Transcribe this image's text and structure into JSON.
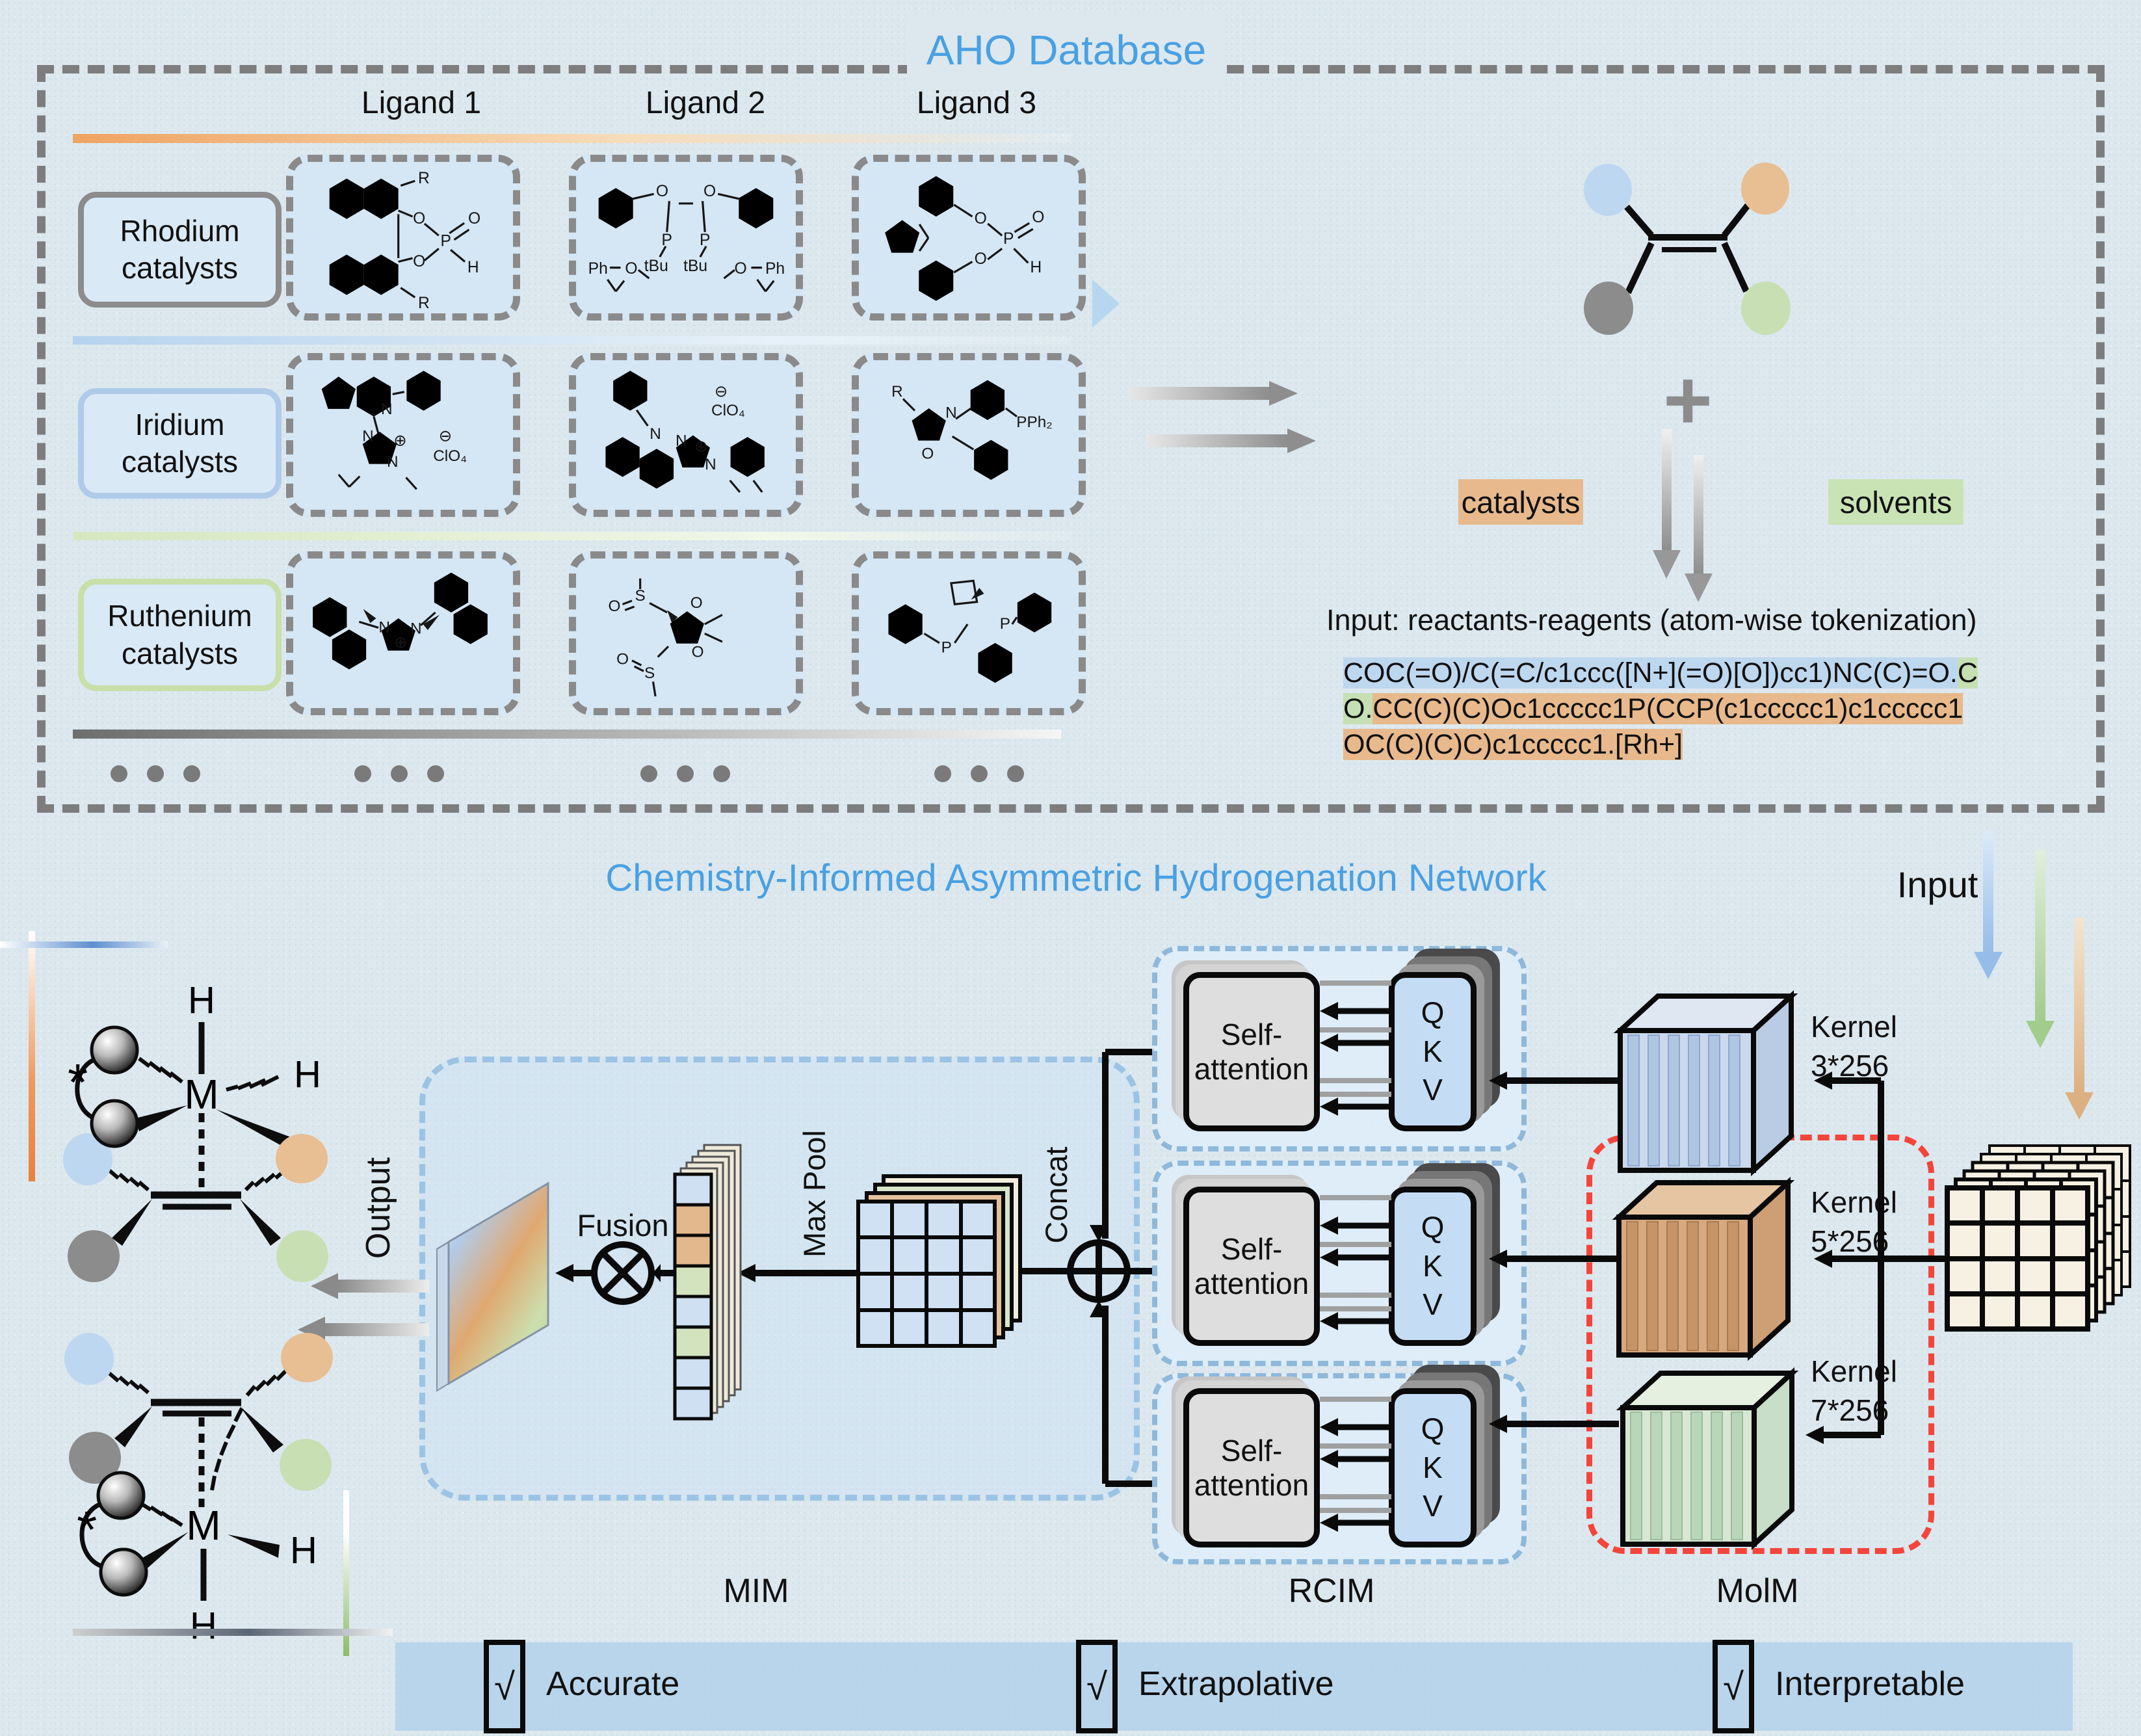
{
  "aho": {
    "title": "AHO Database",
    "ligands": [
      "Ligand 1",
      "Ligand 2",
      "Ligand 3"
    ],
    "rows": [
      {
        "label_line1": "Rhodium",
        "label_line2": "catalysts"
      },
      {
        "label_line1": "Iridium",
        "label_line2": "catalysts"
      },
      {
        "label_line1": "Ruthenium",
        "label_line2": "catalysts"
      }
    ],
    "mol": {
      "r1c1": [
        "R",
        "O",
        "O",
        "P",
        "O",
        "H",
        "R"
      ],
      "r1c2": [
        "O",
        "O",
        "P",
        "P",
        "tBu",
        "tBu",
        "Ph",
        "O",
        "O",
        "Ph"
      ],
      "r1c3": [
        "O",
        "O",
        "P",
        "O",
        "H"
      ],
      "r2c1": [
        "N",
        "N",
        "⊕",
        "N",
        "⊖",
        "ClO₄"
      ],
      "r2c2": [
        "N",
        "N",
        "⊕",
        "N",
        "⊖",
        "ClO₄"
      ],
      "r2c3": [
        "R",
        "N",
        "O",
        "PPh₂"
      ],
      "r3c1": [
        "N",
        "⊕",
        "N"
      ],
      "r3c2": [
        "S",
        "O",
        "O",
        "O",
        "O",
        "S"
      ],
      "r3c3": [
        "P",
        "P"
      ]
    }
  },
  "reaction": {
    "catalysts_label": "catalysts",
    "solvents_label": "solvents",
    "plus": "+",
    "input_caption": "Input: reactants-reagents (atom-wise tokenization)",
    "smiles": {
      "line1_substrate": "COC(=O)/C(=C/c1ccc([N+](=O)[O])cc1)NC(C)=O.",
      "line1_solvent": "C",
      "line2_solvent": "O.",
      "line2_catalyst": "CC(C)(C)Oc1ccccc1P(CCP(c1ccccc1)c1ccccc1",
      "line3_catalyst": "OC(C)(C)C)c1ccccc1.[Rh+]"
    }
  },
  "network": {
    "title": "Chemistry-Informed Asymmetric Hydrogenation Network",
    "input_label": "Input",
    "output_label": "Output",
    "mim": {
      "label": "MIM",
      "fusion": "Fusion",
      "max_pool": "Max Pool",
      "concat": "Concat"
    },
    "rcim": {
      "label": "RCIM",
      "sa1": "Self-",
      "sa2": "attention",
      "q": "Q",
      "k": "K",
      "v": "V"
    },
    "molm": {
      "label": "MolM",
      "kernels": [
        {
          "line1": "Kernel",
          "line2": "3*256"
        },
        {
          "line1": "Kernel",
          "line2": "5*256"
        },
        {
          "line1": "Kernel",
          "line2": "7*256"
        }
      ]
    }
  },
  "complexes": {
    "m": "M",
    "h": "H",
    "star": "*"
  },
  "footer": {
    "items": [
      {
        "check": "√",
        "label": "Accurate"
      },
      {
        "check": "√",
        "label": "Extrapolative"
      },
      {
        "check": "√",
        "label": "Interpretable"
      }
    ]
  },
  "colors": {
    "title_blue": "#4aa0e2",
    "molm_red": "#f4453c",
    "substrate_highlight": "#bdd7ee",
    "solvent_highlight": "#c6e0b4",
    "catalyst_highlight": "#e7b98c",
    "substituent_blue": "#bdd7f0",
    "substituent_orange": "#e8be93",
    "substituent_gray": "#8c8c8c",
    "substituent_green": "#c8dfb4"
  }
}
